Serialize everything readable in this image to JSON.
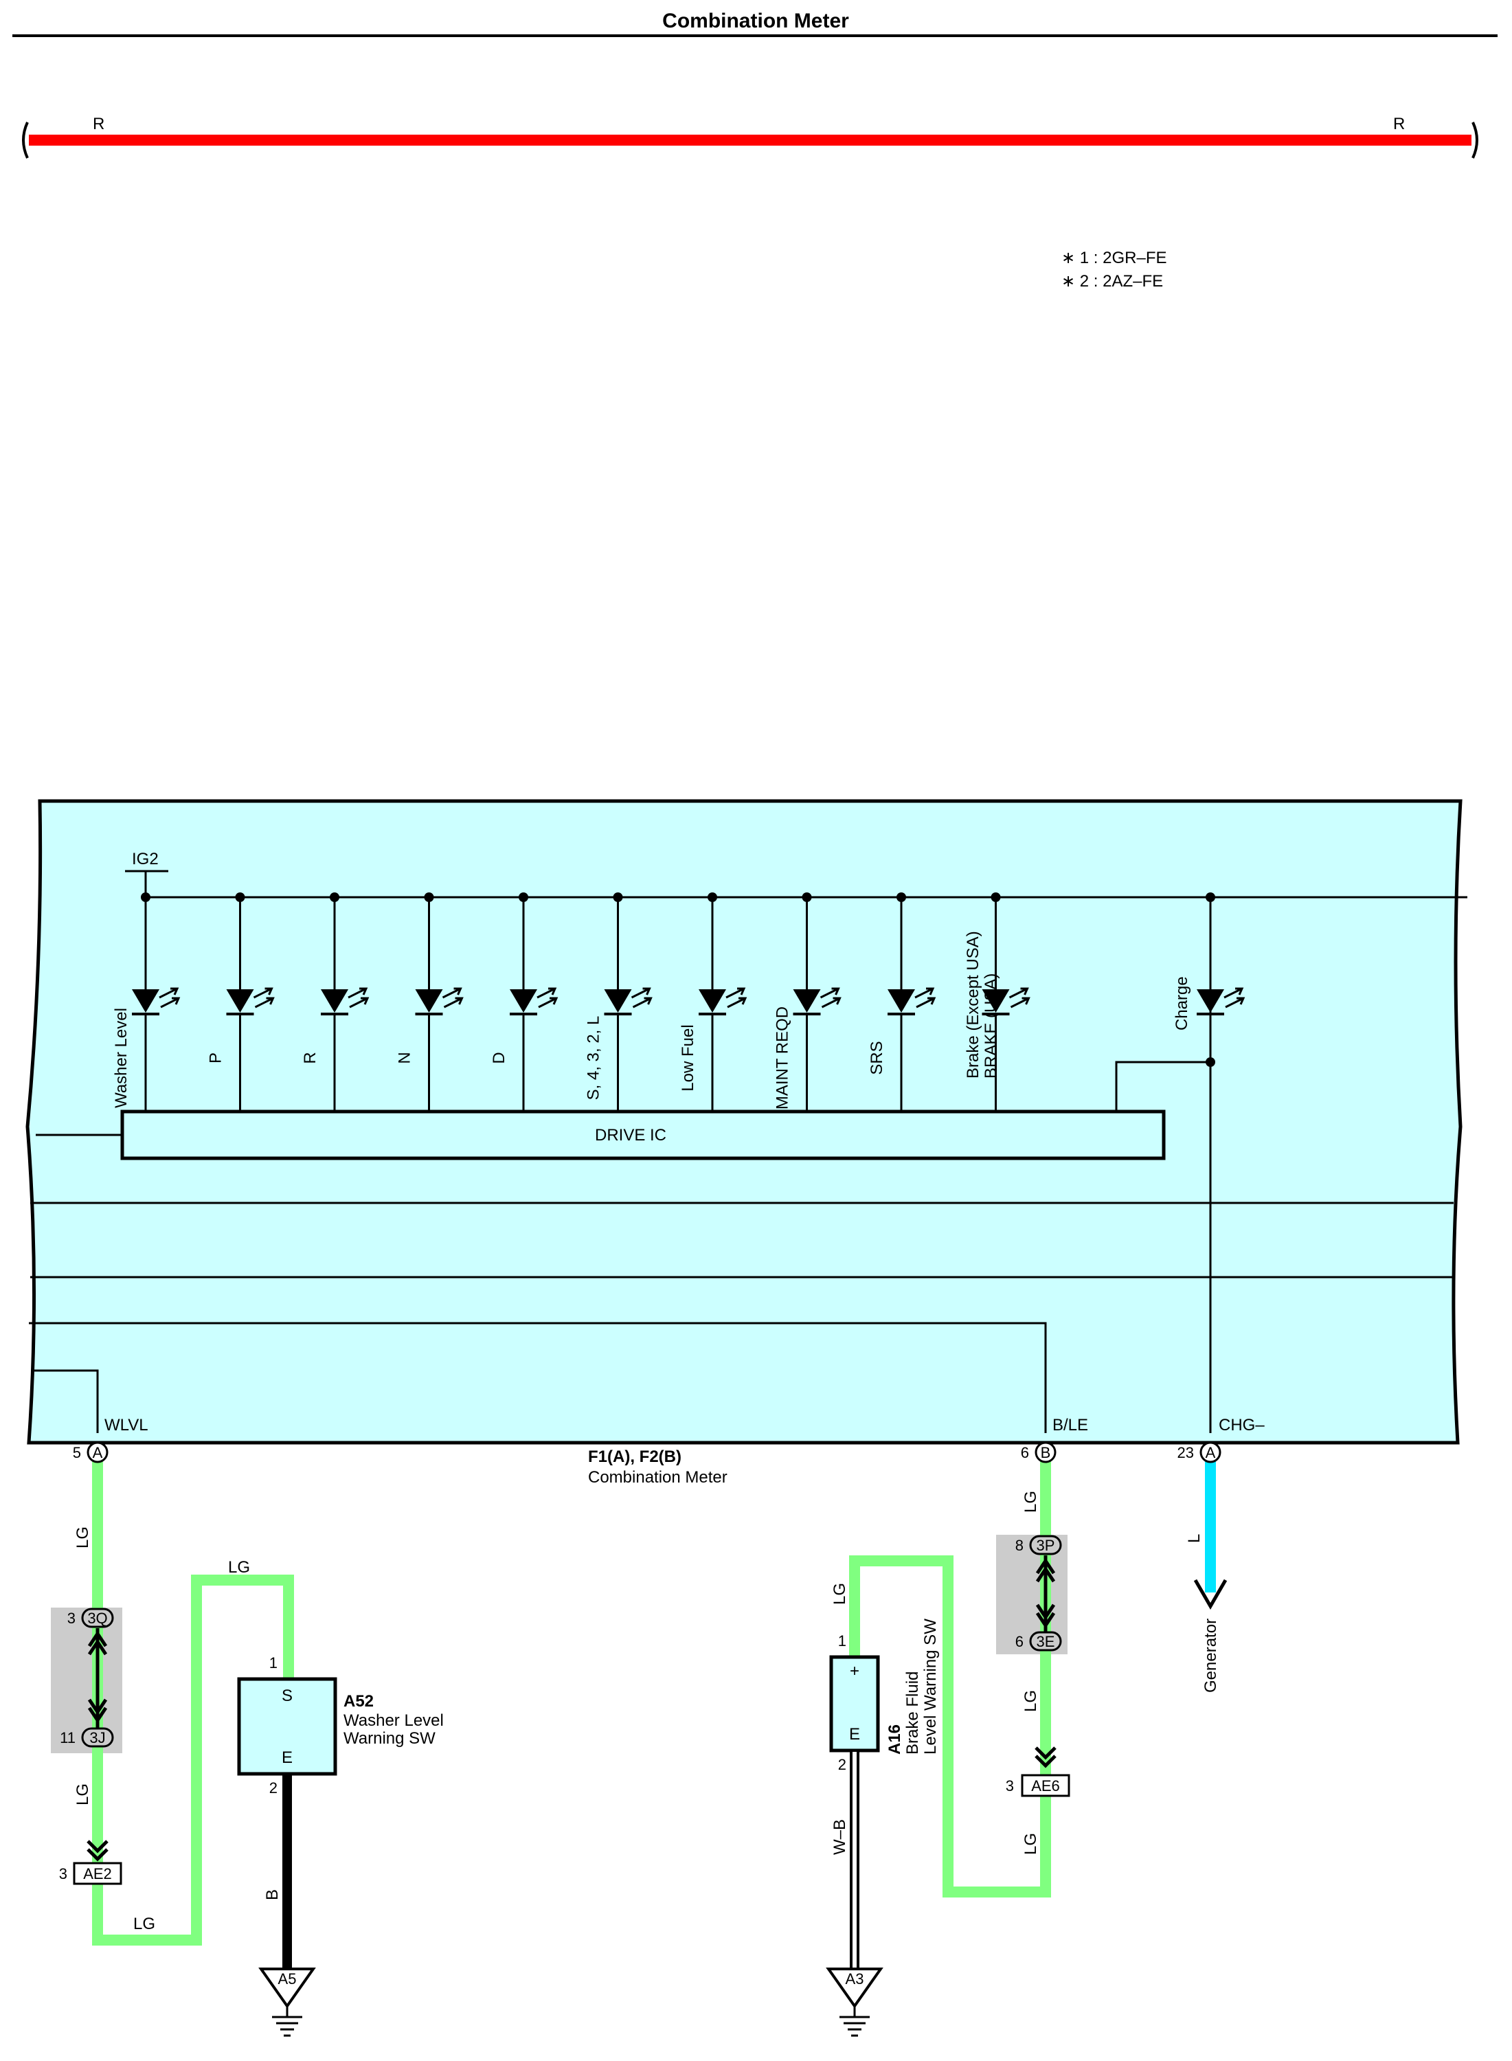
{
  "title": "Combination Meter",
  "power_wire": {
    "left_label": "R",
    "right_label": "R"
  },
  "notes": [
    "∗ 1 : 2GR–FE",
    "∗ 2 : 2AZ–FE"
  ],
  "meter": {
    "ig_label": "IG2",
    "drive_ic": "DRIVE IC",
    "indicators": [
      "Washer Level",
      "P",
      "R",
      "N",
      "D",
      "S, 4, 3, 2, L",
      "Low Fuel",
      "MAINT REQD",
      "SRS"
    ],
    "brake_indicator": [
      "Brake (Except USA)",
      "BRAKE (USA)"
    ],
    "charge_indicator": "Charge",
    "connector_ref": "F1(A), F2(B)",
    "connector_name": "Combination Meter",
    "terminals": [
      {
        "name": "WLVL",
        "pin": "5",
        "conn": "A"
      },
      {
        "name": "B/LE",
        "pin": "6",
        "conn": "B"
      },
      {
        "name": "CHG–",
        "pin": "23",
        "conn": "A"
      }
    ]
  },
  "washer_circuit": {
    "wire_color": "LG",
    "junction_top": {
      "pin": "3",
      "id": "3Q"
    },
    "junction_bottom": {
      "pin": "11",
      "id": "3J"
    },
    "connector_ae2": {
      "pin": "3",
      "id": "AE2"
    },
    "switch": {
      "code": "A52",
      "name1": "Washer Level",
      "name2": "Warning SW",
      "term_s": "S",
      "term_e": "E",
      "pin_s": "1",
      "pin_e": "2"
    },
    "ground_wire": "B",
    "ground": "A5"
  },
  "brake_circuit": {
    "wire_color": "LG",
    "junction_top": {
      "pin": "8",
      "id": "3P"
    },
    "junction_bottom": {
      "pin": "6",
      "id": "3E"
    },
    "connector_ae6": {
      "pin": "3",
      "id": "AE6"
    },
    "switch": {
      "code": "A16",
      "name1": "Brake Fluid",
      "name2": "Level Warning SW",
      "term_plus": "+",
      "term_e": "E",
      "pin_plus": "1",
      "pin_e": "2"
    },
    "ground_wire": "W–B",
    "ground": "A3"
  },
  "charge_circuit": {
    "wire_color": "L",
    "destination": "Generator"
  },
  "colors": {
    "red": "#ff0000",
    "green": "#80ff80",
    "cyan": "#00e5ff",
    "meter_fill": "#ccffff",
    "junction_gray": "#cccccc"
  }
}
